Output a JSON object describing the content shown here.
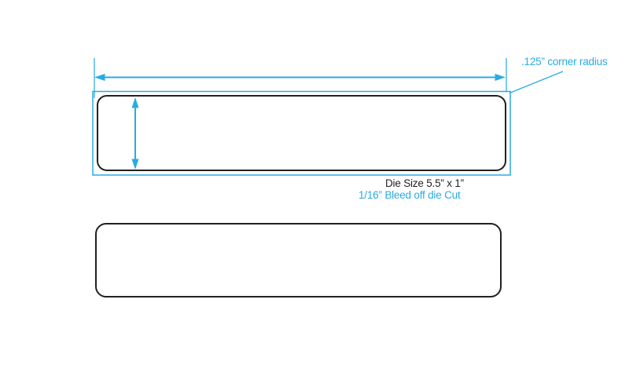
{
  "diagram": {
    "colors": {
      "annotation_cyan": "#29ABE2",
      "die_line_black": "#231F20",
      "background": "#FFFFFF"
    },
    "annotations": {
      "corner_radius_label": ".125” corner radius",
      "die_size_label": "Die Size 5.5” x 1”",
      "bleed_label": "1/16” Bleed off die Cut"
    },
    "shapes": {
      "bleed_box": "1/16 inch bleed boundary around die cut",
      "die_outline": "5.5 x 1 inch rounded-corner die cut shape",
      "plain_die_outline": "unannotated die cut shape"
    }
  }
}
